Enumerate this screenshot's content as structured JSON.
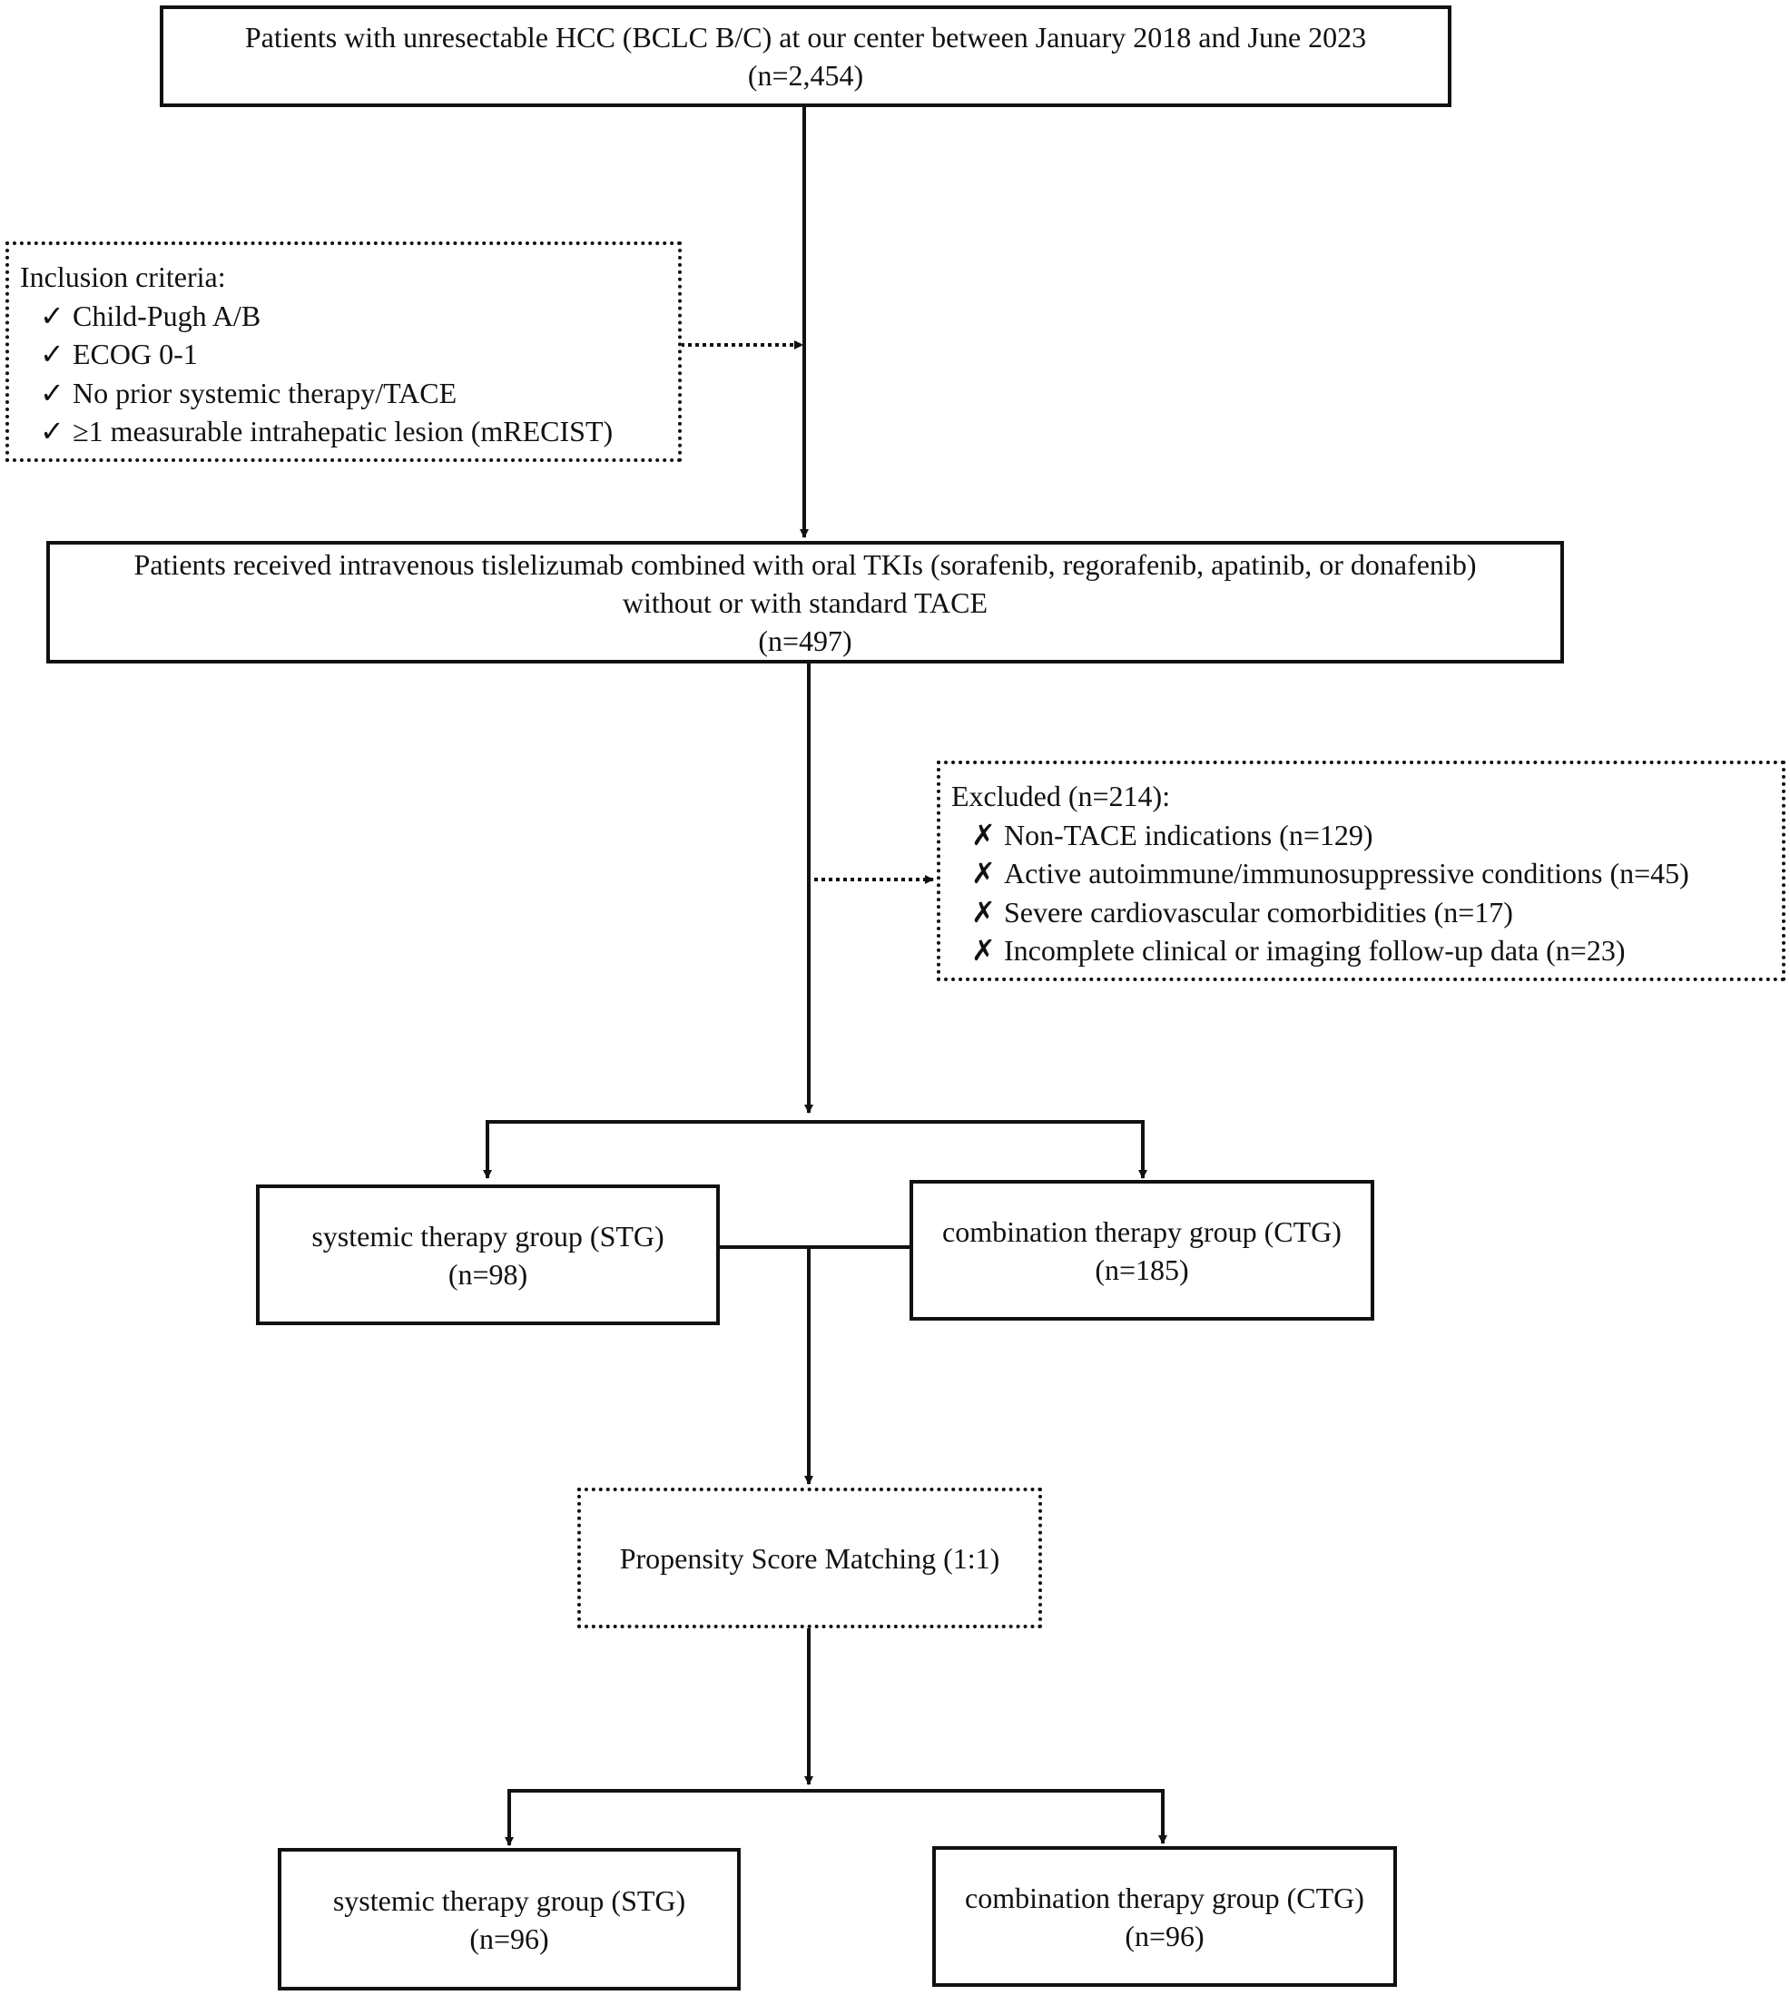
{
  "boxes": {
    "start": {
      "line1": "Patients with unresectable HCC (BCLC B/C) at our center between  January 2018 and June 2023",
      "line2": "(n=2,454)"
    },
    "inclusion": {
      "title": "Inclusion criteria:",
      "mark": "✓",
      "items": [
        "Child-Pugh A/B",
        "ECOG 0-1",
        "No prior systemic therapy/TACE",
        "≥1 measurable intrahepatic lesion (mRECIST)"
      ]
    },
    "received": {
      "line1": "Patients received intravenous tislelizumab combined with oral TKIs (sorafenib, regorafenib, apatinib, or donafenib)",
      "line2": "without or with standard TACE",
      "line3": "(n=497)"
    },
    "excluded": {
      "title": "Excluded (n=214):",
      "mark": "✗",
      "items": [
        "Non-TACE indications (n=129)",
        "Active autoimmune/immunosuppressive conditions (n=45)",
        "Severe cardiovascular comorbidities (n=17)",
        "Incomplete clinical or imaging follow-up data (n=23)"
      ]
    },
    "stg_before": {
      "label": "systemic therapy group (STG)",
      "n": "(n=98)"
    },
    "ctg_before": {
      "label": "combination therapy group (CTG)",
      "n": "(n=185)"
    },
    "psm": {
      "label": "Propensity Score Matching (1:1)"
    },
    "stg_after": {
      "label": "systemic therapy group (STG)",
      "n": "(n=96)"
    },
    "ctg_after": {
      "label": "combination therapy group (CTG)",
      "n": "(n=96)"
    }
  },
  "colors": {
    "line": "#111111",
    "background": "#ffffff"
  }
}
